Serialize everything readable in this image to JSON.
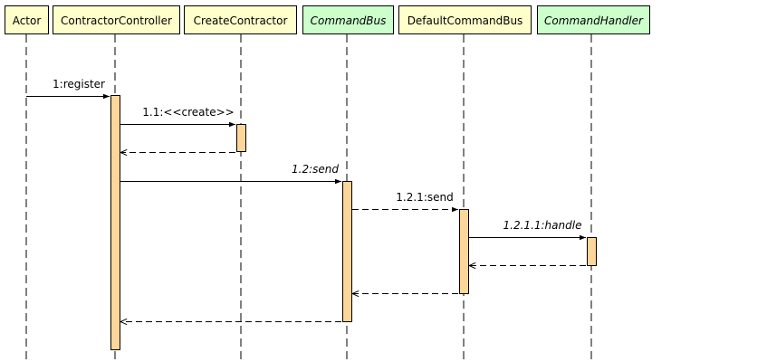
{
  "colors": {
    "participant_fill": "#ffffcc",
    "interface_fill": "#ccffcc",
    "activation_fill": "#ffd699",
    "line": "#000000",
    "background": "#ffffff"
  },
  "participants": [
    {
      "id": "actor",
      "label": "Actor",
      "italic": false,
      "kind": "class"
    },
    {
      "id": "contractor-controller",
      "label": "ContractorController",
      "italic": false,
      "kind": "class"
    },
    {
      "id": "create-contractor",
      "label": "CreateContractor",
      "italic": false,
      "kind": "class"
    },
    {
      "id": "command-bus",
      "label": "CommandBus",
      "italic": true,
      "kind": "interface"
    },
    {
      "id": "default-command-bus",
      "label": "DefaultCommandBus",
      "italic": false,
      "kind": "class"
    },
    {
      "id": "command-handler",
      "label": "CommandHandler",
      "italic": true,
      "kind": "interface"
    }
  ],
  "messages": [
    {
      "label": "1:register",
      "italic": false,
      "from": "actor",
      "to": "contractor-controller",
      "kind": "call"
    },
    {
      "label": "1.1:<<create>>",
      "italic": false,
      "from": "contractor-controller",
      "to": "create-contractor",
      "kind": "call"
    },
    {
      "label": "",
      "italic": false,
      "from": "create-contractor",
      "to": "contractor-controller",
      "kind": "return"
    },
    {
      "label": "1.2:send",
      "italic": true,
      "from": "contractor-controller",
      "to": "command-bus",
      "kind": "call"
    },
    {
      "label": "1.2.1:send",
      "italic": false,
      "from": "command-bus",
      "to": "default-command-bus",
      "kind": "async"
    },
    {
      "label": "1.2.1.1:handle",
      "italic": true,
      "from": "default-command-bus",
      "to": "command-handler",
      "kind": "call"
    },
    {
      "label": "",
      "italic": false,
      "from": "command-handler",
      "to": "default-command-bus",
      "kind": "return"
    },
    {
      "label": "",
      "italic": false,
      "from": "default-command-bus",
      "to": "command-bus",
      "kind": "return"
    },
    {
      "label": "",
      "italic": false,
      "from": "command-bus",
      "to": "contractor-controller",
      "kind": "return"
    }
  ]
}
